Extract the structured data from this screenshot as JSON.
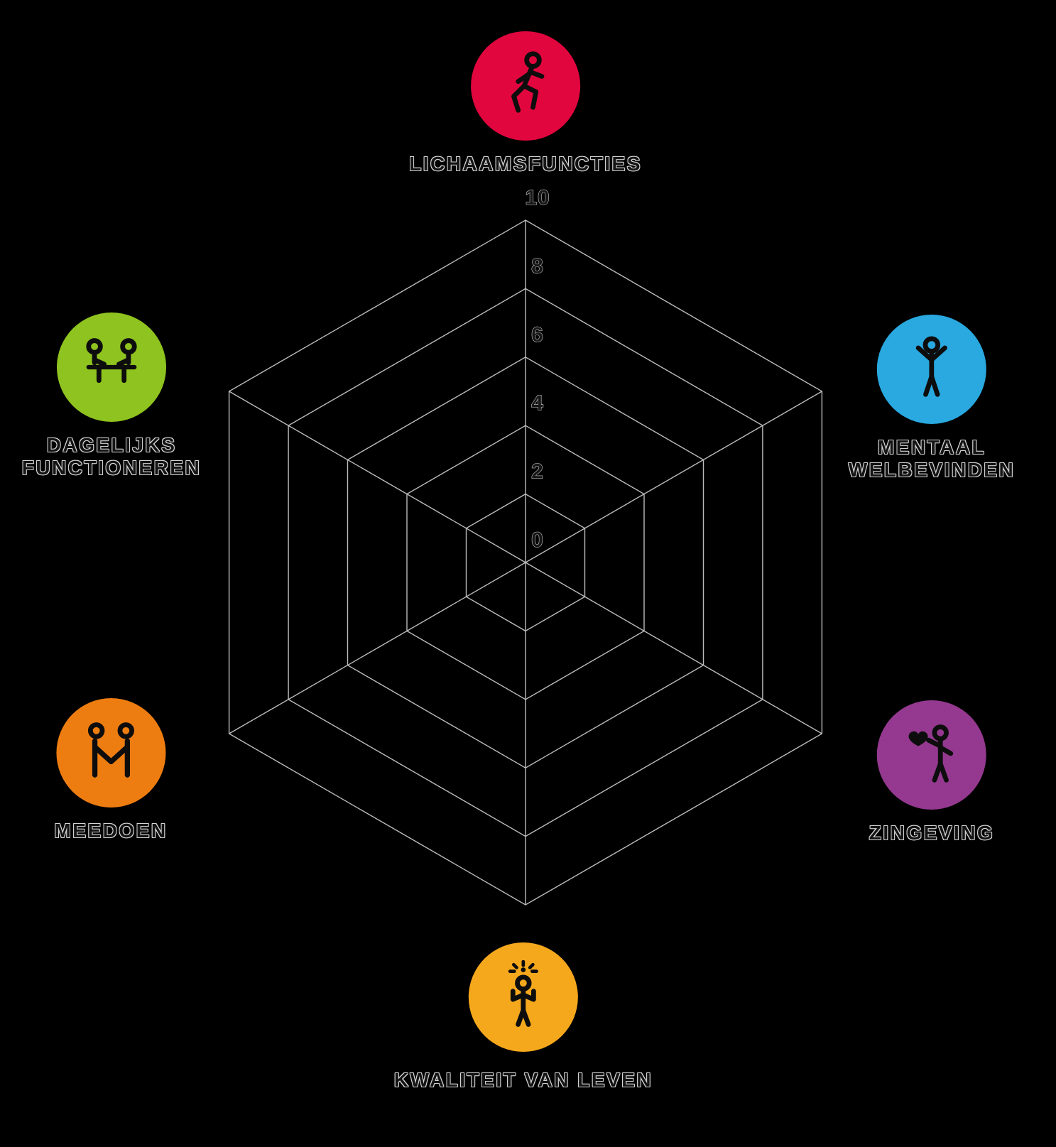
{
  "chart_data": {
    "type": "radar",
    "grid_shape": "hexagonal-spiderweb",
    "background_color": "#000000",
    "grid_line_color": "#c6c6c6",
    "legend_position": "icons-around-web",
    "scale": {
      "min": 0,
      "max": 10,
      "step": 2
    },
    "ticks": [
      0,
      2,
      4,
      6,
      8,
      10
    ],
    "tick_labels": [
      "0",
      "2",
      "4",
      "6",
      "8",
      "10"
    ],
    "tick_label_axis": "top-vertical",
    "rings": [
      2,
      4,
      6,
      8,
      10
    ],
    "spokes": 6,
    "series": [],
    "axes": [
      {
        "label": "LICHAAMSFUNCTIES",
        "position": "top",
        "color": "#e2063e",
        "icon": "running-person-icon"
      },
      {
        "label": "MENTAAL WELBEVINDEN",
        "position": "upper-right",
        "color": "#29a9e0",
        "icon": "arms-raised-person-icon"
      },
      {
        "label": "ZINGEVING",
        "position": "lower-right",
        "color": "#94398f",
        "icon": "person-with-heart-icon"
      },
      {
        "label": "KWALITEIT VAN LEVEN",
        "position": "bottom",
        "color": "#f6a81c",
        "icon": "shining-person-icon"
      },
      {
        "label": "MEEDOEN",
        "position": "lower-left",
        "color": "#ee7d11",
        "icon": "two-people-holding-hands-icon"
      },
      {
        "label": "DAGELIJKS FUNCTIONEREN",
        "position": "upper-left",
        "color": "#8fc31f",
        "icon": "two-people-at-table-icon"
      }
    ]
  }
}
